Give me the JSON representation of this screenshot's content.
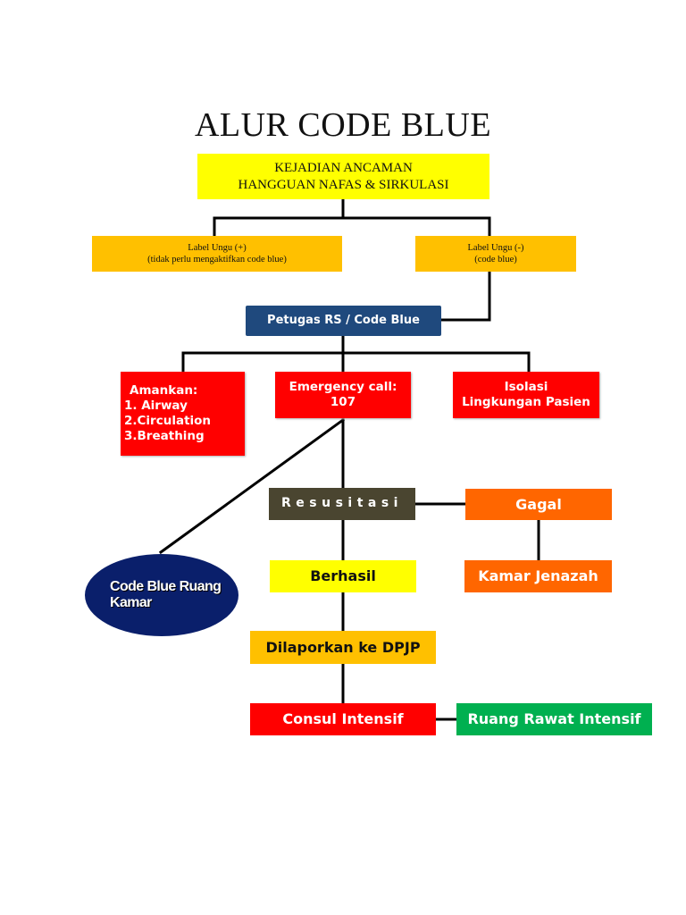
{
  "title": "ALUR CODE BLUE",
  "top_box": {
    "line1": "KEJADIAN ANCAMAN",
    "line2": "HANGGUAN NAFAS & SIRKULASI"
  },
  "label_plus": {
    "line1": "Label Ungu (+)",
    "line2": "(tidak perlu mengaktifkan code blue)"
  },
  "label_minus": {
    "line1": "Label Ungu (-)",
    "line2": "(code blue)"
  },
  "petugas": "Petugas RS / Code Blue",
  "amankan": {
    "heading": "Amankan:",
    "items": [
      "1. Airway",
      "2.Circulation",
      "3.Breathing"
    ]
  },
  "emergency": {
    "line1": "Emergency call:",
    "line2": "107"
  },
  "isolasi": {
    "line1": "Isolasi",
    "line2": "Lingkungan Pasien"
  },
  "resusitasi": "Resusitasi",
  "gagal": "Gagal",
  "kamar_jenazah": "Kamar Jenazah",
  "berhasil": "Berhasil",
  "dilaporkan": "Dilaporkan ke DPJP",
  "consul": "Consul Intensif",
  "ruang_rawat": "Ruang Rawat Intensif",
  "code_blue_ruang": {
    "line1": "Code Blue Ruang",
    "line2": "Kamar"
  },
  "colors": {
    "yellow": "#ffff00",
    "amber": "#ffc000",
    "navy": "#1f497d",
    "red": "#ff0000",
    "olive": "#4a4530",
    "orange": "#ff6600",
    "green": "#00b050",
    "ellipse": "#0a1f6b"
  }
}
